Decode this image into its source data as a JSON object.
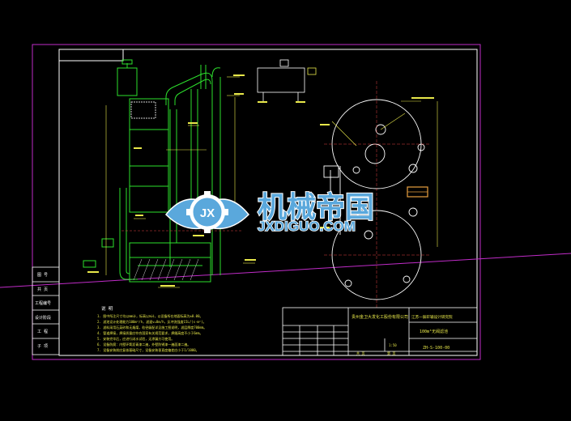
{
  "watermark": {
    "title": "机械帝国",
    "url": "JXDIGUO.COM",
    "emblem_letters": "JX"
  },
  "title_block": {
    "company": "贵州金卫大发化工股份有限公司",
    "institute": "江苏一辰轩输设计研究院",
    "drawing_name": "100m³无阀滤池",
    "drawing_no": "ZH-S-100-00",
    "scale": "1:50",
    "sheet_total": "共 页",
    "sheet_no": "第 页"
  },
  "notes": {
    "heading": "说  明",
    "lines": [
      "1. 图中所注尺寸均以mm计，标高以m计，以设备所在地面标高为±0.00。",
      "2. 滤池设计处理能力100m³/h，滤速v=8m/h，反冲洗强度15L/(s·m²)。",
      "3. 滤料采用石英砂和无烟煤，粒径级配详见施工图说明，滤层厚度700mm。",
      "4. 管道焊接，焊接质量应符合国家有关规范要求，焊缝高度不小于6mm。",
      "5. 安装完毕后，应进行闭水试验，无渗漏方可使用。",
      "6. 设备防腐：内壁环氧沥青漆二遍，外壁防锈漆一遍面漆二遍。",
      "7. 设备安装前应复核基础尺寸，设备安装垂直度偏差应小于1/1000。"
    ]
  },
  "left_strip_labels": [
    "图  号",
    "共  页",
    "工程编号",
    "设计阶段",
    "工  程",
    "子  项"
  ],
  "colors": {
    "background": "#000000",
    "frame": "#c02cc8",
    "border": "#ffffff",
    "equipment": "#2de02d",
    "dimensions": "#e8e84a",
    "annotation": "#e8e84a",
    "orange_band": "#e8a040",
    "watermark_blue": "#5aa8dc",
    "watermark_outline": "#ffffff"
  }
}
